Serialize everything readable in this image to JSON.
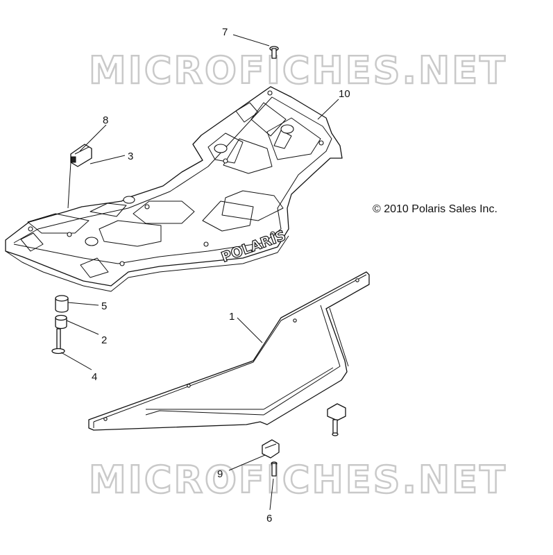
{
  "watermarks": {
    "top": "MICROFICHES.NET",
    "bottom": "MICROFICHES.NET"
  },
  "copyright": "© 2010 Polaris Sales Inc.",
  "brand_logo": "POLARIS",
  "callouts": {
    "c1": "1",
    "c2": "2",
    "c3": "3",
    "c4": "4",
    "c5": "5",
    "c6": "6",
    "c7": "7",
    "c8": "8",
    "c9": "9",
    "c10": "10"
  }
}
